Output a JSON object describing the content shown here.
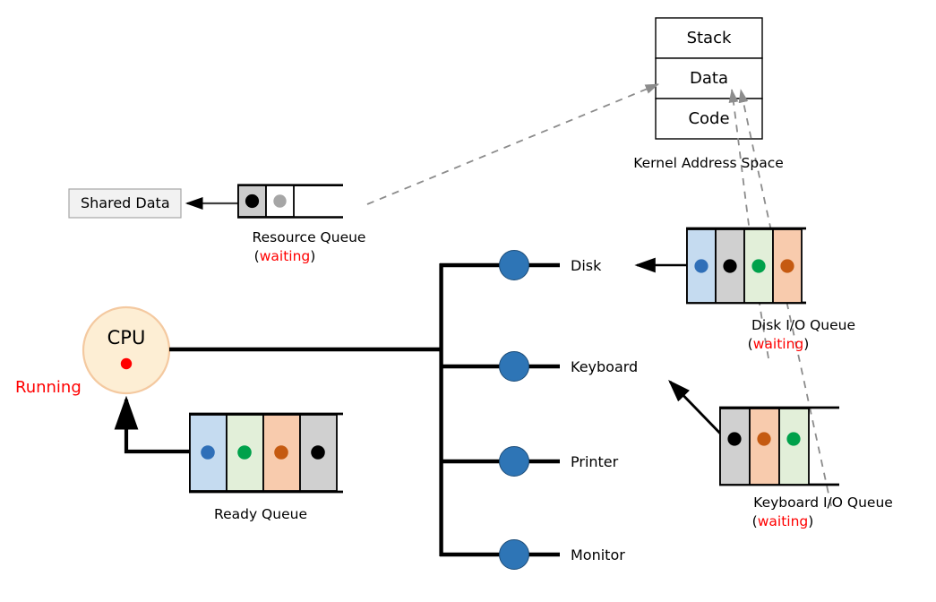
{
  "title": "OS Process State / Queue Diagram",
  "kernel_address_space": {
    "caption": "Kernel Address Space",
    "segments": [
      {
        "name": "stack-segment",
        "label": "Stack"
      },
      {
        "name": "data-segment",
        "label": "Data"
      },
      {
        "name": "code-segment",
        "label": "Code"
      }
    ]
  },
  "shared_data": {
    "label": "Shared Data"
  },
  "resource_queue": {
    "caption": "Resource Queue",
    "state_open": "(",
    "state": "waiting",
    "state_close": ")",
    "state_color": "#ff0000",
    "cells": [
      {
        "fill": "#cccccc",
        "dot": "#000000"
      },
      {
        "fill": "#ffffff",
        "dot": "#a6a6a6"
      },
      {
        "fill": "#ffffff",
        "dot": null
      }
    ]
  },
  "cpu": {
    "label": "CPU",
    "dot_color": "#ff0000",
    "fill": "#fdeed4",
    "stroke": "#f4c9a0",
    "state": "Running",
    "state_color": "#ff0000"
  },
  "ready_queue": {
    "caption": "Ready Queue",
    "cells": [
      {
        "fill": "#c5dbf0",
        "dot": "#2f6fb8"
      },
      {
        "fill": "#e2efd9",
        "dot": "#00a14b"
      },
      {
        "fill": "#f8cbad",
        "dot": "#c55a11"
      },
      {
        "fill": "#d0d0d0",
        "dot": "#000000"
      },
      {
        "fill": "#ffffff",
        "dot": null
      }
    ]
  },
  "devices": [
    {
      "name": "disk",
      "label": "Disk"
    },
    {
      "name": "keyboard",
      "label": "Keyboard"
    },
    {
      "name": "printer",
      "label": "Printer"
    },
    {
      "name": "monitor",
      "label": "Monitor"
    }
  ],
  "device_node_color": "#2e75b6",
  "disk_io_queue": {
    "caption": "Disk I/O Queue",
    "state_open": "(",
    "state": "waiting",
    "state_close": ")",
    "state_color": "#ff0000",
    "cells": [
      {
        "fill": "#c5dbf0",
        "dot": "#2f6fb8"
      },
      {
        "fill": "#d0d0d0",
        "dot": "#000000"
      },
      {
        "fill": "#e2efd9",
        "dot": "#00a14b"
      },
      {
        "fill": "#f8cbad",
        "dot": "#c55a11"
      },
      {
        "fill": "#ffffff",
        "dot": null
      }
    ]
  },
  "keyboard_io_queue": {
    "caption": "Keyboard I/O Queue",
    "state_open": "(",
    "state": "waiting",
    "state_close": ")",
    "state_color": "#ff0000",
    "cells": [
      {
        "fill": "#d0d0d0",
        "dot": "#000000"
      },
      {
        "fill": "#f8cbad",
        "dot": "#c55a11"
      },
      {
        "fill": "#e2efd9",
        "dot": "#00a14b"
      },
      {
        "fill": "#ffffff",
        "dot": null
      }
    ]
  }
}
